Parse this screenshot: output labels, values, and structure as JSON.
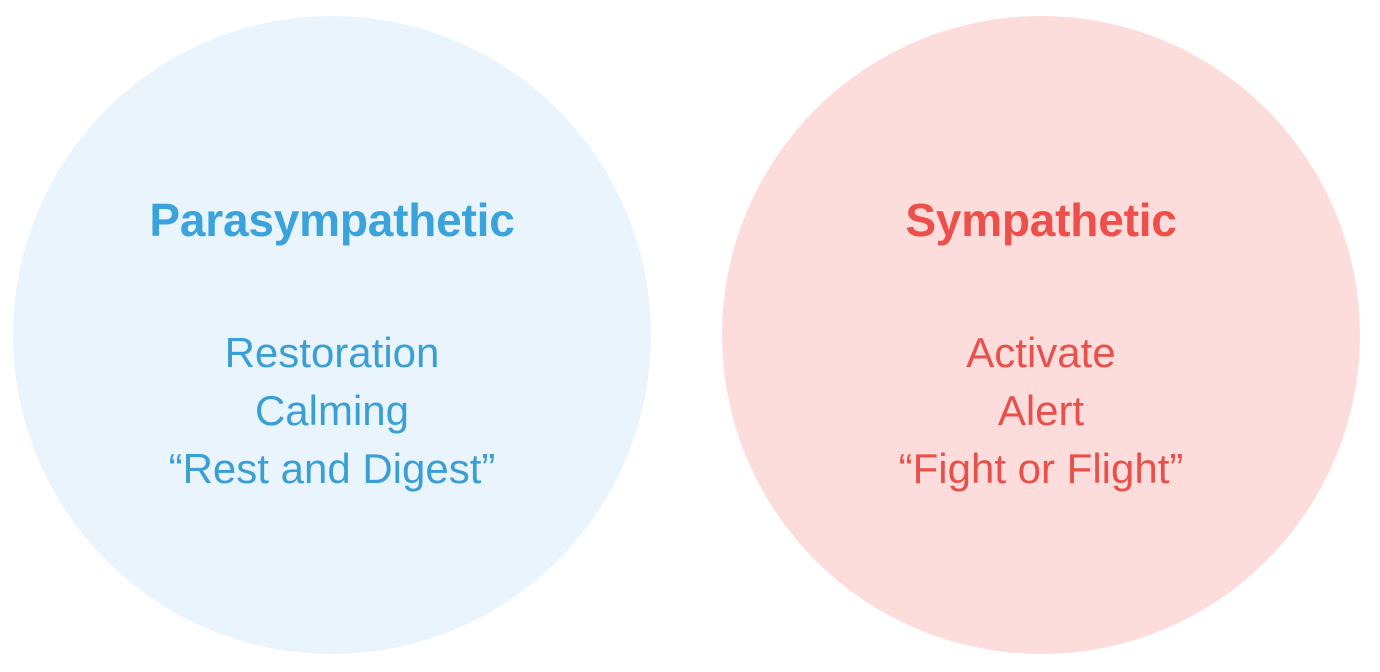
{
  "diagram": {
    "background_color": "#ffffff",
    "circles": [
      {
        "id": "parasympathetic",
        "title": "Parasympathetic",
        "fill_color": "#e9f4fd",
        "text_color": "#3aa3dc",
        "lines": [
          "Restoration",
          "Calming",
          "“Rest and Digest”"
        ]
      },
      {
        "id": "sympathetic",
        "title": "Sympathetic",
        "fill_color": "#fddddb",
        "text_color": "#ed4f4a",
        "lines": [
          "Activate",
          "Alert",
          "“Fight or Flight”"
        ]
      }
    ]
  }
}
